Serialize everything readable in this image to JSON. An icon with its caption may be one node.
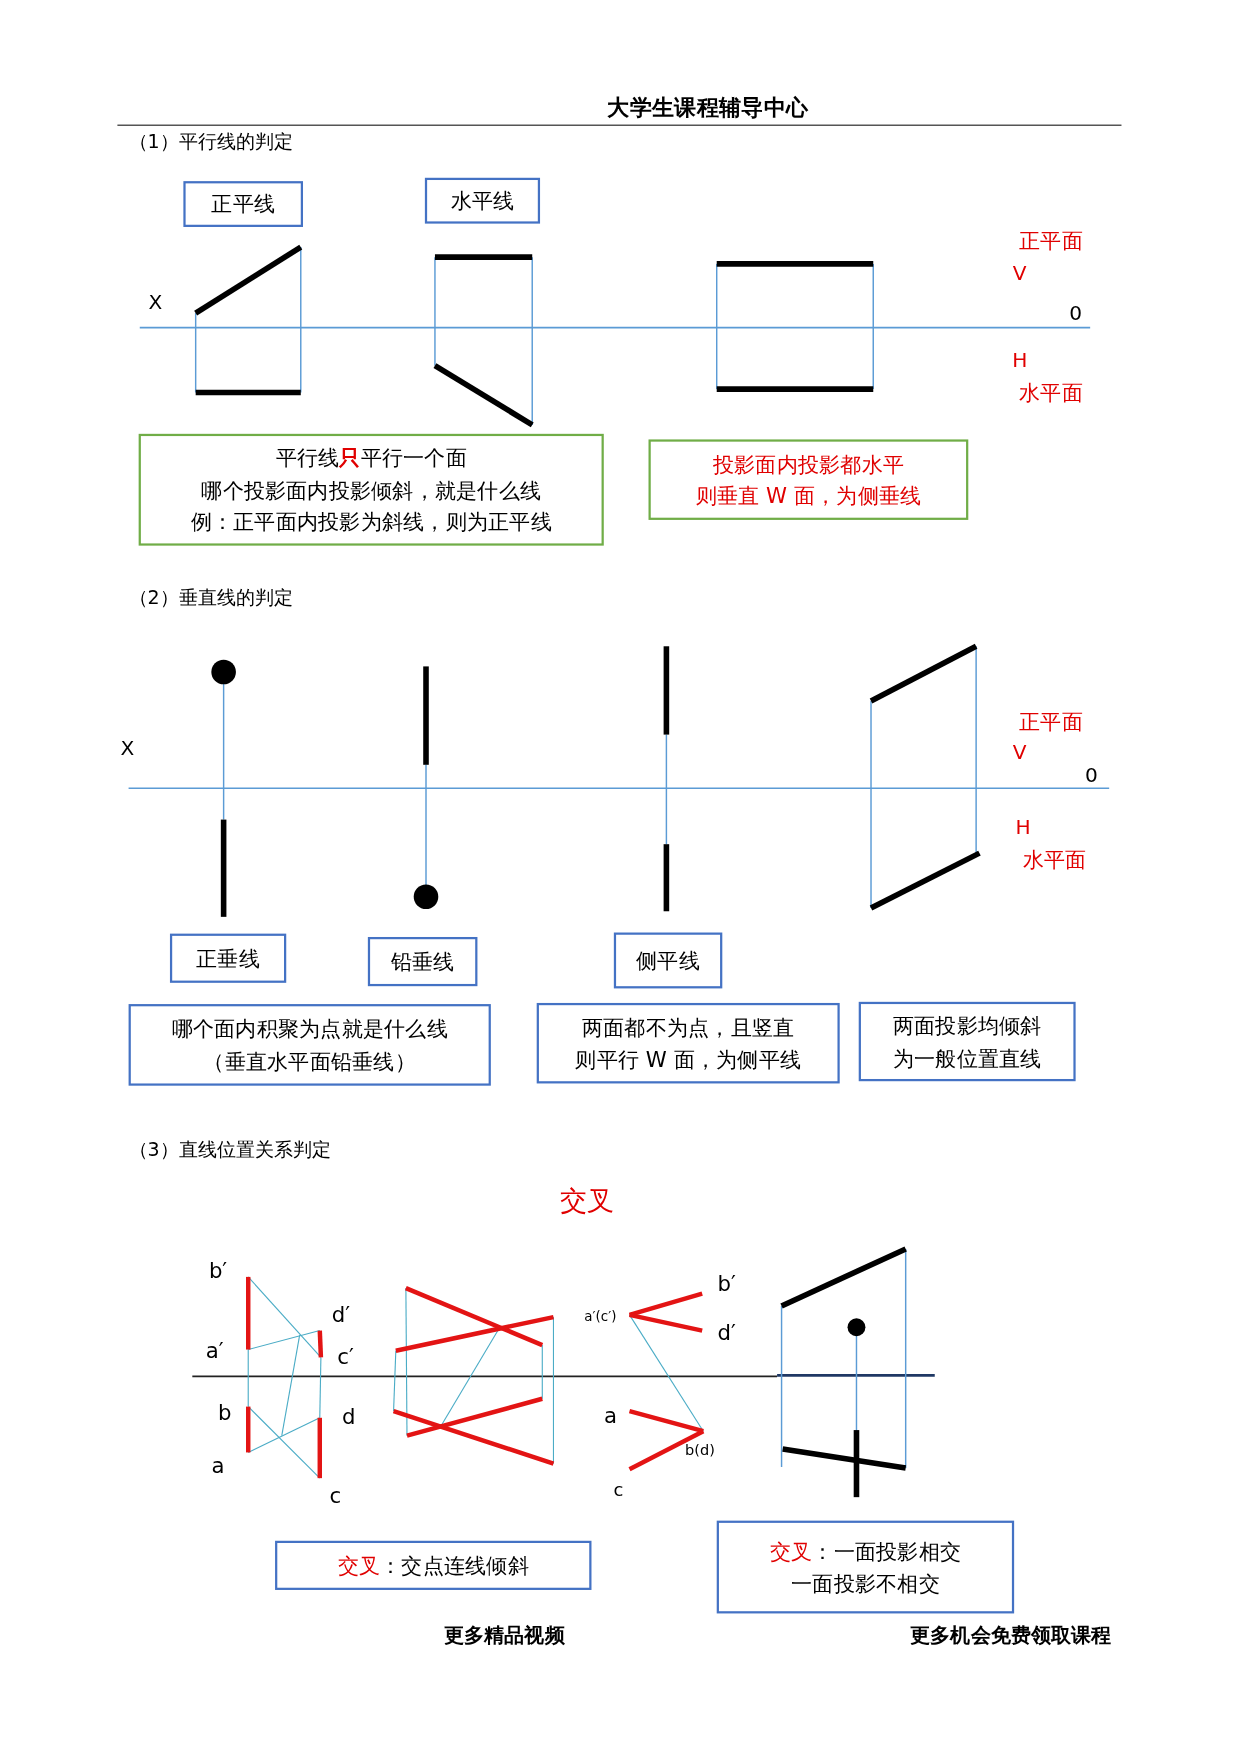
{
  "diagram": {
    "nodes": [
      {
        "text": [
          "正平线"
        ]
      },
      {
        "text": [
          "水平线"
        ]
      },
      {
        "text": [
          "平行线**只**平行一个面",
          "哪个投影面内投影倾斜，就是什么线",
          "例：正平面内投影为斜线，则为正平线"
        ]
      },
      {
        "text": [
          "投影面内投影都水平",
          "则垂直 W 面，为侧垂线"
        ]
      },
      {
        "text": [
          "正垂线"
        ]
      },
      {
        "text": [
          "铅垂线"
        ]
      },
      {
        "text": [
          "侧平线"
        ]
      },
      {
        "text": [
          "哪个面内积聚为点就是什么线",
          "（垂直水平面铅垂线）"
        ]
      },
      {
        "text": [
          "两面都不为点，且竖直",
          "则平行 W 面，为侧平线"
        ]
      },
      {
        "text": [
          "两面投影均倾斜",
          "为一般位置直线"
        ]
      },
      {
        "text": [
          "**交叉**：交点连线倾斜"
        ]
      },
      {
        "text": [
          "**交叉**：一面投影相交",
          "一面投影不相交"
        ]
      }
    ],
    "labels": [
      "大学生课程辅导中心",
      "（1）平行线的判定",
      "X",
      "正平面",
      "V",
      "0",
      "H",
      "水平面",
      "（2）垂直线的判定",
      "X",
      "正平面",
      "V",
      "0",
      "H",
      "水平面",
      "（3）直线位置关系判定",
      "交叉",
      "b′",
      "d′",
      "a′",
      "c′",
      "b",
      "d",
      "a",
      "c",
      "a′(c′)",
      "b′",
      "d′",
      "a",
      "b(d)",
      "c",
      "更多精品视频",
      "更多机会免费领取课程"
    ]
  }
}
